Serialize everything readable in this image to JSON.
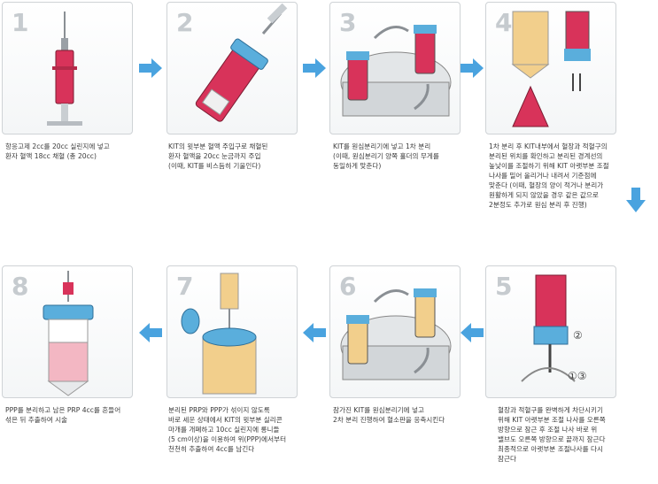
{
  "steps": [
    {
      "number": "1",
      "caption": "항응고제 2cc를 20cc 실린지에 넣고\n환자 혈액 18cc 채혈 (총 20cc)"
    },
    {
      "number": "2",
      "caption": "KIT의 윗부분 혈액 주입구로 채혈된\n환자 혈액을 20cc 눈금까지 주입\n(이때, KIT를 비스듬히 기울인다)"
    },
    {
      "number": "3",
      "caption": "KIT를 원심분리기에 넣고 1차 분리\n(이때, 원심분리기 양쪽 홀더의 무게를\n동일하게 맞춘다)"
    },
    {
      "number": "4",
      "caption": "1차 분리 후 KIT내부에서 혈장과 적혈구의\n분리된 위치를 확인하고 분리된 경계선의\n높낮이를 조절하기 위해 KIT 아랫부분 조절\n나사를 밀어 올리거나 내려서 기준점에\n맞춘다 (이때, 혈장의 양이 적거나 분리가\n원활하게 되지 않았을 경우 같은 값으로\n2분정도 추가로 원심 분리 후 진행)"
    },
    {
      "number": "5",
      "caption": "혈장과 적혈구를 완벽하게 차단시키기\n위해 KIT 아랫부분 조절 나사를 오른쪽\n방향으로 잠근 후 조절 나사 바로 위\n밸브도 오른쪽 방향으로 끝까지 잠근다\n최종적으로 아랫부분 조절나사를 다시\n잠근다"
    },
    {
      "number": "6",
      "caption": "잠가진 KIT를 원심분리기에 넣고\n2차 분리 진행하여 혈소판을 응축시킨다"
    },
    {
      "number": "7",
      "caption": "분리된 PRP와 PPP가 섞이지 않도록\n바로 세운 상태에서 KIT의 윗부분 실리콘\n마개를 개폐하고 10cc 실린지에 롱니들\n(5 cm이상)을 이용하여 위(PPP)에서부터\n천천히 추출하여 4cc를 남긴다"
    },
    {
      "number": "8",
      "caption": "PPP를 분리하고 남은 PRP 4cc를 흔들어\n섞은 뒤 추출하여 시술"
    }
  ],
  "step5_markers": [
    "②",
    "①③"
  ],
  "colors": {
    "accent_blue": "#4aa3df",
    "blood": "#d8335a",
    "plasma": "#f2cf8c",
    "cap_blue": "#5aaedc",
    "prp_pink": "#f3b7c3"
  }
}
